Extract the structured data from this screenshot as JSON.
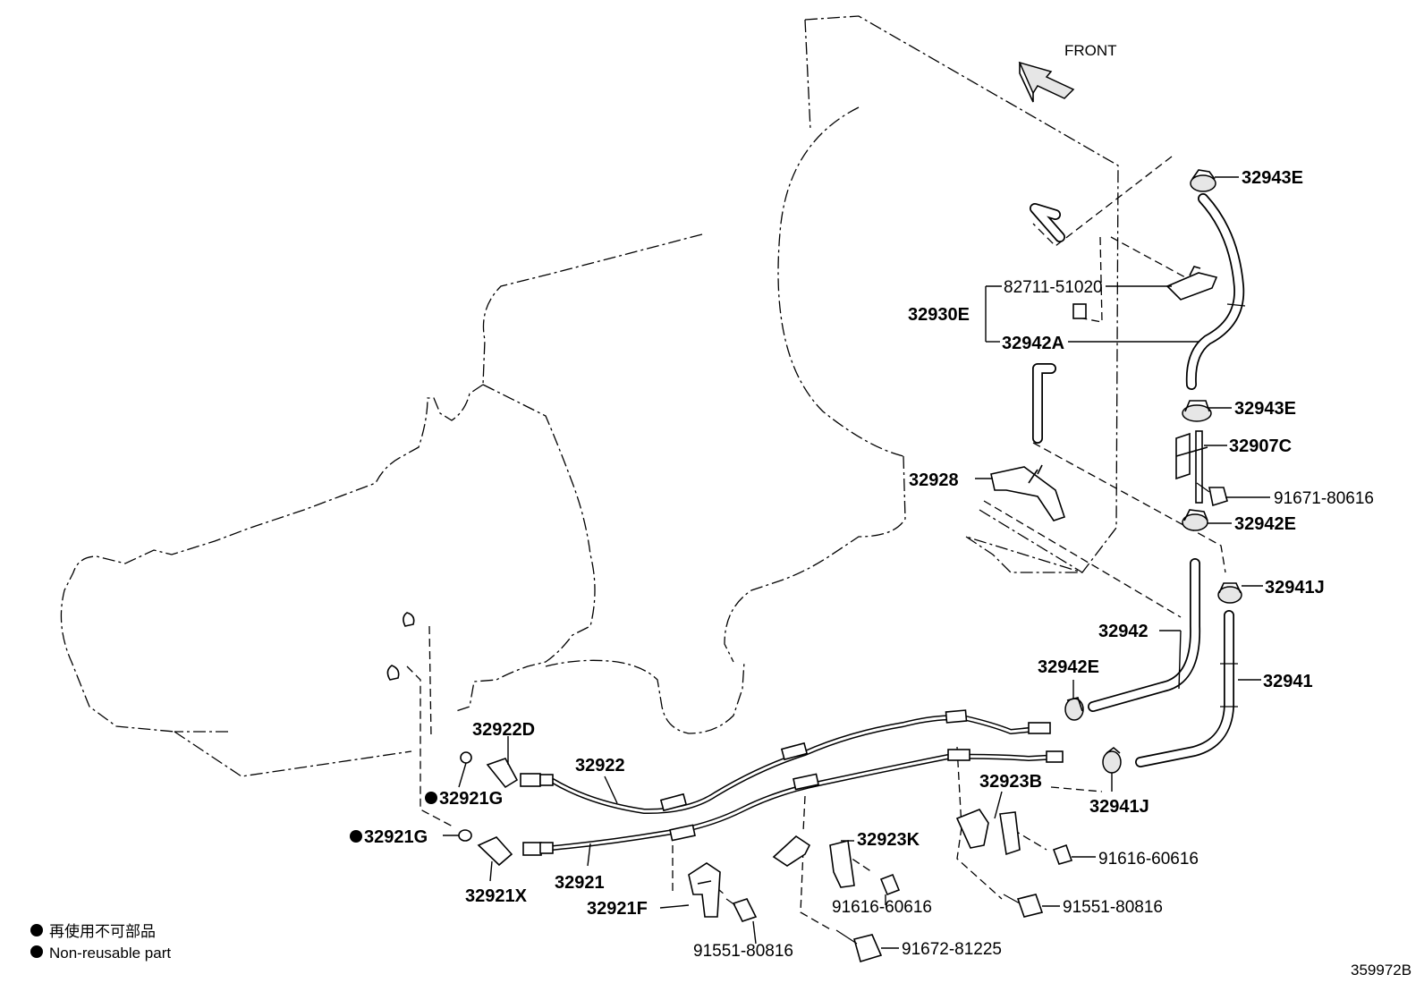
{
  "front_label": "FRONT",
  "labels": {
    "p32943E_top": "32943E",
    "p82711_51020": "82711-51020",
    "p32930E": "32930E",
    "p32942A": "32942A",
    "p32943E_mid": "32943E",
    "p32907C": "32907C",
    "p32928": "32928",
    "p91671_80616": "91671-80616",
    "p32942E_right": "32942E",
    "p32941J_right": "32941J",
    "p32942": "32942",
    "p32941": "32941",
    "p32942E_mid": "32942E",
    "p32922D": "32922D",
    "p32922": "32922",
    "p32921G_a": "32921G",
    "p32921G_b": "32921G",
    "p32941J_mid": "32941J",
    "p32923B": "32923B",
    "p32923K": "32923K",
    "p91616_60616_right": "91616-60616",
    "p32921": "32921",
    "p32921X": "32921X",
    "p32921F": "32921F",
    "p91616_60616_mid": "91616-60616",
    "p91551_80816_right": "91551-80816",
    "p91551_80816_left": "91551-80816",
    "p91672_81225": "91672-81225"
  },
  "legend": {
    "japanese": "再使用不可部品",
    "english": "Non-reusable part"
  },
  "diagram_id": "359972B"
}
